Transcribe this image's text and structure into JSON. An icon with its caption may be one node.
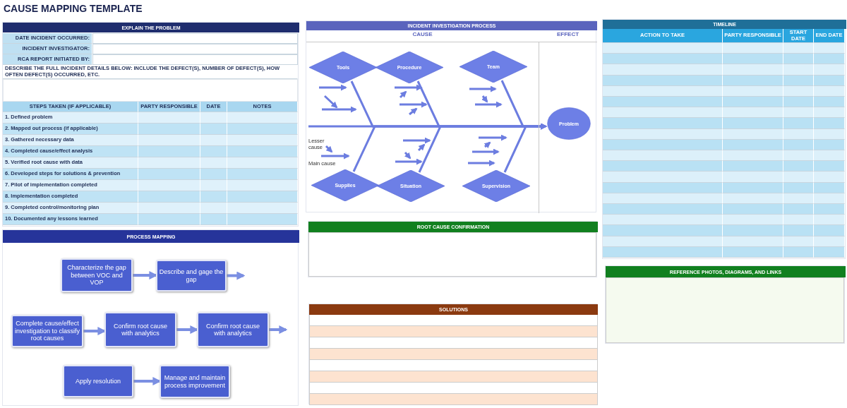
{
  "diagram": {
    "title": "CAUSE MAPPING TEMPLATE",
    "nodes": [
      {
        "text": [
          "EXPLAIN THE PROBLEM"
        ]
      },
      {
        "text": [
          "PROCESS MAPPING"
        ]
      },
      {
        "text": [
          "Characterize the gap between VOC and VOP"
        ],
        "in": 1
      },
      {
        "text": [
          "Describe and gage the gap"
        ],
        "in": 1
      },
      {
        "text": [
          "Complete cause/effect investigation to classify root causes"
        ],
        "in": 1
      },
      {
        "text": [
          "Confirm root cause with analytics"
        ],
        "in": 1
      },
      {
        "text": [
          "Confirm root cause with analytics"
        ],
        "in": 1
      },
      {
        "text": [
          "Apply resolution"
        ],
        "in": 1
      },
      {
        "text": [
          "Manage and maintain process improvement"
        ],
        "in": 1
      },
      {
        "text": [
          "INCIDENT INVESTIGATION PROCESS",
          "CAUSE",
          "EFFECT"
        ]
      },
      {
        "text": [
          "Tools"
        ],
        "in": 9
      },
      {
        "text": [
          "Procedure"
        ],
        "in": 9
      },
      {
        "text": [
          "Team"
        ],
        "in": 9
      },
      {
        "text": [
          "Supplies"
        ],
        "in": 9
      },
      {
        "text": [
          "Situation"
        ],
        "in": 9
      },
      {
        "text": [
          "Supervision"
        ],
        "in": 9
      },
      {
        "text": [
          "Problem"
        ],
        "in": 9
      },
      {
        "text": [
          "ROOT CAUSE CONFIRMATION"
        ]
      },
      {
        "text": [
          "SOLUTIONS"
        ]
      },
      {
        "text": [
          "TIMELINE"
        ]
      },
      {
        "text": [
          "REFERENCE PHOTOS, DIAGRAMS, AND LINKS"
        ]
      }
    ],
    "edges": [
      {
        "from": 2,
        "to": 3,
        "arrow": "to"
      },
      {
        "from": 3,
        "to": null,
        "arrow": "to"
      },
      {
        "from": 4,
        "to": 5,
        "arrow": "to"
      },
      {
        "from": 5,
        "to": 6,
        "arrow": "to"
      },
      {
        "from": 6,
        "to": null,
        "arrow": "to"
      },
      {
        "from": 7,
        "to": 8,
        "arrow": "to"
      },
      {
        "from": null,
        "to": 16,
        "arrow": "to"
      },
      {
        "from": 10,
        "to": 16,
        "arrow": "to"
      },
      {
        "from": 11,
        "to": 16,
        "arrow": "to"
      },
      {
        "from": 12,
        "to": 16,
        "arrow": "to"
      },
      {
        "from": 13,
        "to": 16,
        "arrow": "to"
      },
      {
        "from": 14,
        "to": 16,
        "arrow": "to"
      },
      {
        "from": 15,
        "to": 16,
        "arrow": "to"
      }
    ],
    "labels": [
      "DATE INCIDENT OCCURRED:",
      "INCIDENT INVESTIGATOR:",
      "RCA REPORT INITIATED BY:",
      "DESCRIBE THE FULL INCIDENT DETAILS BELOW: INCLUDE THE DEFECT(S), NUMBER OF DEFECT(S), HOW OFTEN DEFECT(S) OCCURRED, ETC.",
      "STEPS TAKEN (IF APPLICABLE)",
      "PARTY RESPONSIBLE",
      "DATE",
      "NOTES",
      "1. Defined problem",
      "2. Mapped out process (if applicable)",
      "3. Gathered necessary data",
      "4. Completed cause/effect analysis",
      "5. Verified root cause with data",
      "6. Developed steps for solutions & prevention",
      "7. Pilot of implementation completed",
      "8. Implementation completed",
      "9. Completed control/monitoring plan",
      "10. Documented any lessons learned",
      "Lesser cause",
      "Main cause",
      "ACTION TO TAKE",
      "PARTY RESPONSIBLE",
      "START DATE",
      "END DATE"
    ]
  }
}
